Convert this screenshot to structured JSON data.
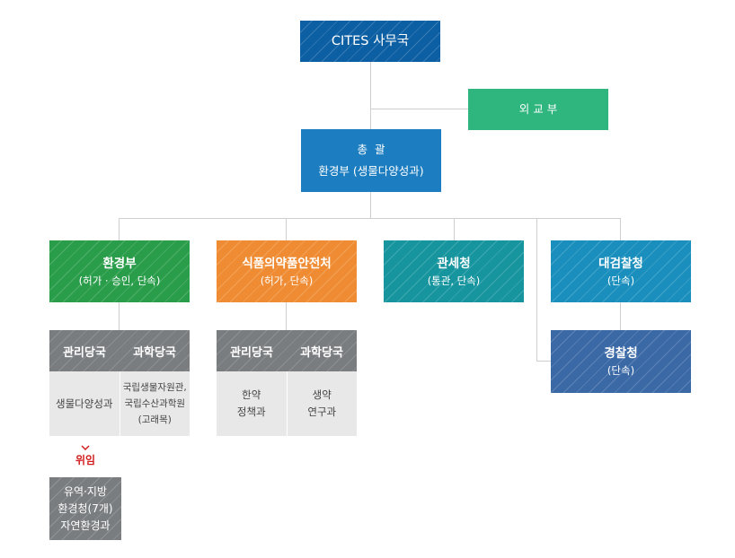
{
  "secretariat": {
    "label": "CITES 사무국",
    "color": "#0d5fa3"
  },
  "foreign_ministry": {
    "label": "외 교 부",
    "color": "#2fb57e"
  },
  "general": {
    "line1": "총  괄",
    "line2": "환경부 (생물다양성과)",
    "color": "#1c7dc0"
  },
  "agencies": [
    {
      "name": "환경부",
      "sub": "(허가 · 승인, 단속)",
      "color": "#2a9d4b"
    },
    {
      "name": "식품의약품안전처",
      "sub": "(허가, 단속)",
      "color": "#ef8c33"
    },
    {
      "name": "관세청",
      "sub": "(통관, 단속)",
      "color": "#17959f"
    },
    {
      "name": "대검찰청",
      "sub": "(단속)",
      "color": "#1a8fbd"
    }
  ],
  "police": {
    "name": "경찰청",
    "sub": "(단속)",
    "color": "#3a69a6"
  },
  "env_sub": {
    "headers": [
      "관리당국",
      "과학당국"
    ],
    "cells": [
      "생물다양성과",
      "국립생물자원관,\n국립수산과학원\n(고래목)"
    ]
  },
  "food_sub": {
    "headers": [
      "관리당국",
      "과학당국"
    ],
    "cells": [
      "한약\n정책과",
      "생약\n연구과"
    ]
  },
  "delegation": {
    "label": "위임",
    "arrow": "chevron-down"
  },
  "regional": {
    "label": "유역·지방\n환경청(7개)\n자연환경과",
    "color": "#7a7d80"
  }
}
